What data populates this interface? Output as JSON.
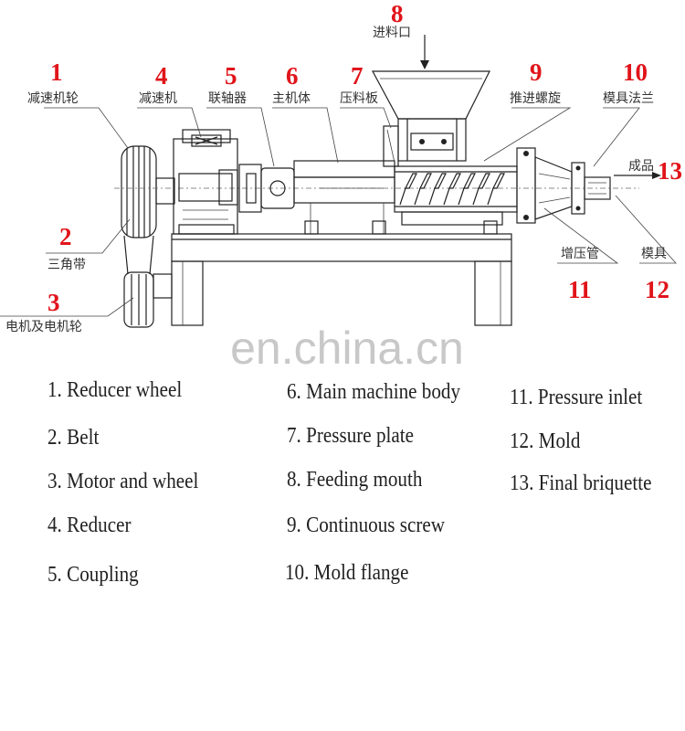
{
  "diagram": {
    "callouts": [
      {
        "num": "1",
        "cn": "减速机轮"
      },
      {
        "num": "2",
        "cn": "三角带"
      },
      {
        "num": "3",
        "cn": "电机及电机轮"
      },
      {
        "num": "4",
        "cn": "减速机"
      },
      {
        "num": "5",
        "cn": "联轴器"
      },
      {
        "num": "6",
        "cn": "主机体"
      },
      {
        "num": "7",
        "cn": "压料板"
      },
      {
        "num": "8",
        "cn": "进料口"
      },
      {
        "num": "9",
        "cn": "推进螺旋"
      },
      {
        "num": "10",
        "cn": "模具法兰"
      },
      {
        "num": "11",
        "cn": "增压管"
      },
      {
        "num": "12",
        "cn": "模具"
      },
      {
        "num": "13",
        "cn": "成品"
      }
    ]
  },
  "watermark": "en.china.cn",
  "legend": [
    "1. Reducer wheel",
    "2. Belt",
    "3. Motor and wheel",
    "4. Reducer",
    "5. Coupling",
    "6. Main machine body",
    "7. Pressure plate",
    "8. Feeding mouth",
    "9. Continuous screw",
    "10. Mold flange",
    "11. Pressure inlet",
    "12. Mold",
    "13. Final briquette"
  ]
}
